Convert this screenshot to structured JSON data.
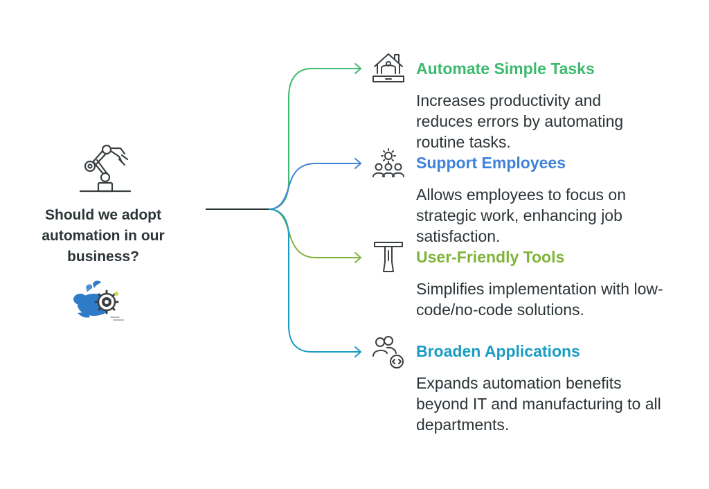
{
  "question": {
    "text": "Should we adopt automation in our business?"
  },
  "branches": [
    {
      "title": "Automate Simple Tasks",
      "description": "Increases productivity and reduces errors by automating routine tasks.",
      "color": "#3dba6f",
      "icon": "home-laptop-icon"
    },
    {
      "title": "Support Employees",
      "description": "Allows employees to focus on strategic work, enhancing job satisfaction.",
      "color": "#3f82d9",
      "icon": "team-gear-icon"
    },
    {
      "title": "User-Friendly Tools",
      "description": "Simplifies implementation with low-code/no-code solutions.",
      "color": "#7fb43a",
      "icon": "t-tool-icon"
    },
    {
      "title": "Broaden Applications",
      "description": "Expands automation benefits beyond IT and manufacturing to all departments.",
      "color": "#1a9cc4",
      "icon": "users-code-icon"
    }
  ],
  "colors": {
    "stem": "#2c3437",
    "text": "#2c3437",
    "icon_stroke": "#3a3f42"
  },
  "icons": {
    "hub": "robot-arm-icon",
    "mascot": "rabbit-gear-logo"
  }
}
